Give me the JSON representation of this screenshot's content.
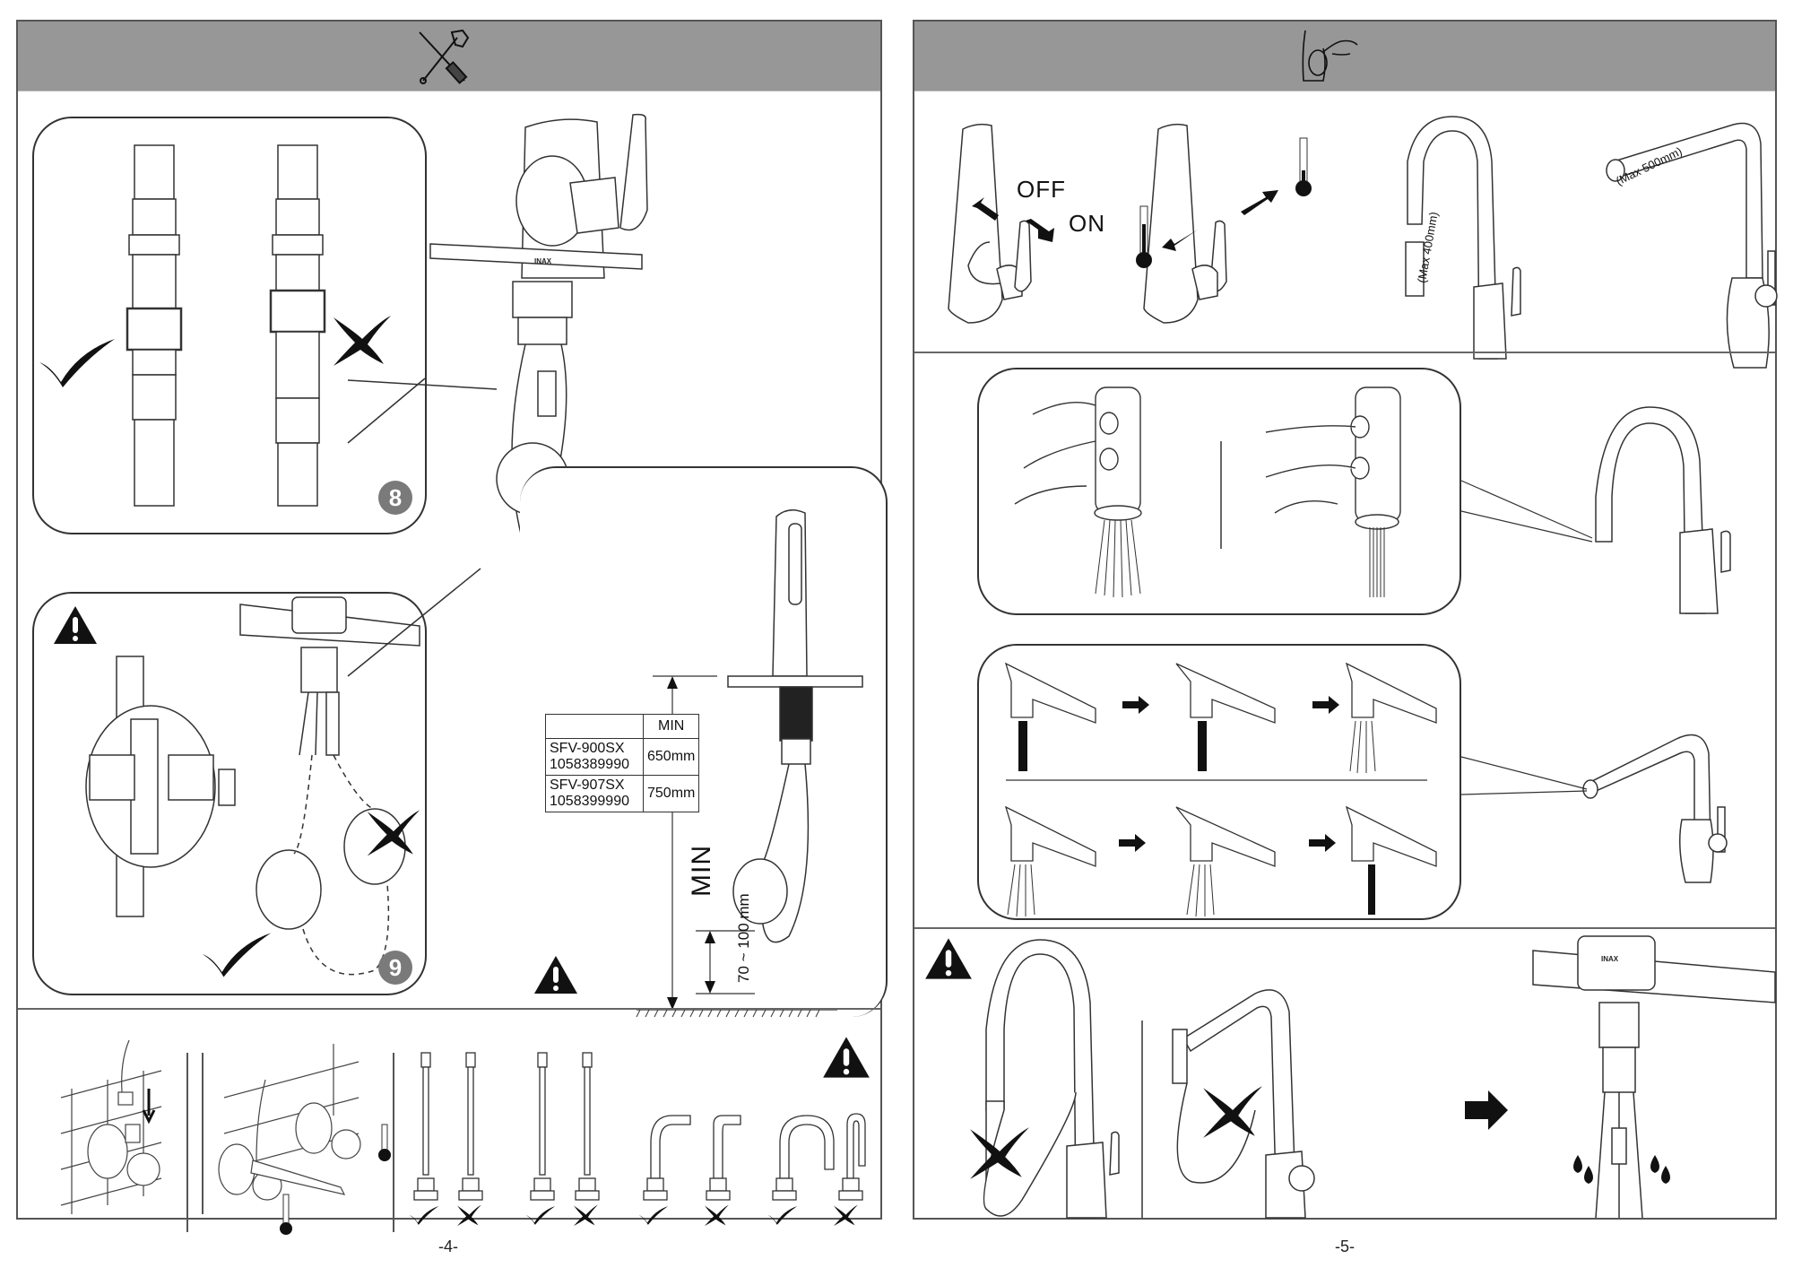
{
  "document": {
    "type": "faucet installation manual spread",
    "pages": [
      {
        "page_number": "-4-",
        "header_icon": "tools-wrench-screwdriver-icon",
        "steps": [
          {
            "badge": "8",
            "description": "Quick connector coupling: fully engaged (correct) vs partially engaged (incorrect)",
            "marks": [
              "check",
              "cross"
            ]
          },
          {
            "badge": "9",
            "description": "Hose weight attachment: correct vs incorrect hose",
            "marks": [
              "warning",
              "cross",
              "check"
            ]
          }
        ],
        "install_diagram": {
          "brand_label": "INAX",
          "min_label": "MIN",
          "weight_height_label": "70 ~ 100 mm"
        },
        "spec_table": {
          "header": [
            "",
            "MIN"
          ],
          "rows": [
            {
              "model": "SFV-900SX",
              "code": "1058389990",
              "min": "650mm"
            },
            {
              "model": "SFV-907SX",
              "code": "1058399990",
              "min": "750mm"
            }
          ]
        },
        "bottom_strip": {
          "panels": [
            "connect-angle-valve",
            "tighten-with-wrench"
          ],
          "hose_marks": [
            "check",
            "cross",
            "check",
            "cross",
            "check",
            "cross",
            "check",
            "cross"
          ]
        }
      },
      {
        "page_number": "-5-",
        "header_icon": "hand-operating-lever-icon",
        "operation": {
          "off_label": "OFF",
          "on_label": "ON",
          "pull_out_max_1": "(Max 400mm)",
          "pull_out_max_2": "(Max 500mm)"
        },
        "spray_modes": {
          "description": "Press buttons to switch between spray and stream"
        },
        "caution": {
          "description": "Do not pull hose in wrong direction; check connections for leaks",
          "brand_label": "INAX"
        }
      }
    ]
  }
}
